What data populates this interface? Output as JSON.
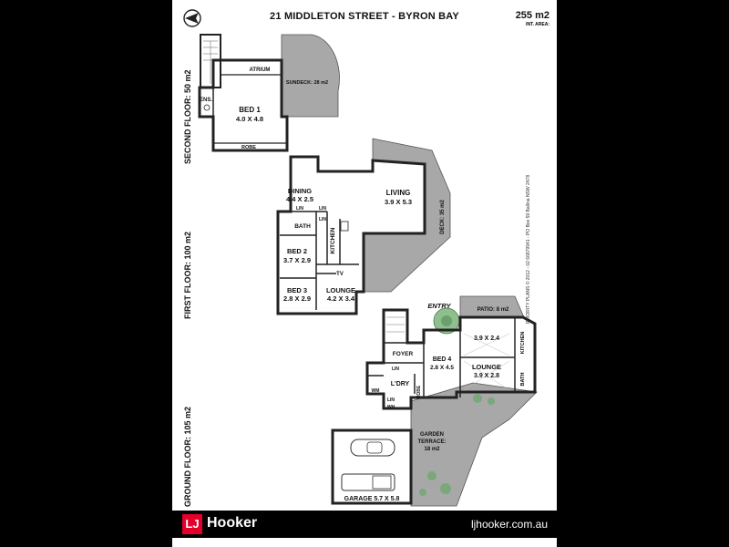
{
  "header": {
    "title": "21 MIDDLETON STREET - BYRON BAY",
    "total_area": "255 m2",
    "total_area_label": "INT. AREA:"
  },
  "floors": {
    "second": "SECOND FLOOR: 50 m2",
    "first": "FIRST FLOOR: 100 m2",
    "ground": "GROUND FLOOR: 105 m2"
  },
  "rooms": {
    "atrium": "ATRIUM",
    "sundeck": "SUNDECK: 28 m2",
    "ens": "ENS.",
    "bed1": "BED 1",
    "bed1_size": "4.0 X 4.8",
    "robe": "ROBE",
    "dining": "DINING",
    "dining_size": "4.4 X 2.5",
    "living": "LIVING",
    "living_size": "3.9 X 5.3",
    "deck": "DECK: 35 m2",
    "lin1": "LIN",
    "lin2": "LIN",
    "lin3": "LIN",
    "bath1": "BATH",
    "kitchen1": "KITCHEN",
    "bed2": "BED 2",
    "bed2_size": "3.7 X 2.9",
    "tv": "TV",
    "bed3": "BED 3",
    "bed3_size": "2.8 X 2.9",
    "lounge1": "LOUNGE",
    "lounge1_size": "4.2 X 3.4",
    "entry": "ENTRY",
    "patio": "PATIO: 8 m2",
    "room_size": "3.9 X 2.4",
    "kitchen2": "KITCHEN",
    "foyer": "FOYER",
    "bed4": "BED 4",
    "bed4_size": "2.8 X 4.5",
    "lin4": "LIN",
    "ldry": "L'DRY",
    "robe2": "ROBE",
    "lounge2": "LOUNGE",
    "lounge2_size": "3.9 X 2.8",
    "bath2": "BATH",
    "wm": "WM",
    "lin5": "LIN",
    "wh": "WH",
    "garden": "GARDEN",
    "terrace": "TERRACE:",
    "terrace_area": "18 m2",
    "garage": "GARAGE",
    "garage_size": "5.7 X 5.8"
  },
  "copyright": "PRIORITY PLANS © 2012 - 02 66879941 - PO Box 59 Ballina NSW 2478",
  "footer": {
    "logo_mark": "LJ",
    "logo_text": "Hooker",
    "website": "ljhooker.com.au"
  },
  "colors": {
    "brand_red": "#e4002b",
    "deck_grey": "#a8a8a8",
    "wall": "#222222"
  },
  "icons": [
    "compass-icon",
    "car-icon",
    "ute-icon",
    "tree-icon",
    "plant-icon"
  ]
}
